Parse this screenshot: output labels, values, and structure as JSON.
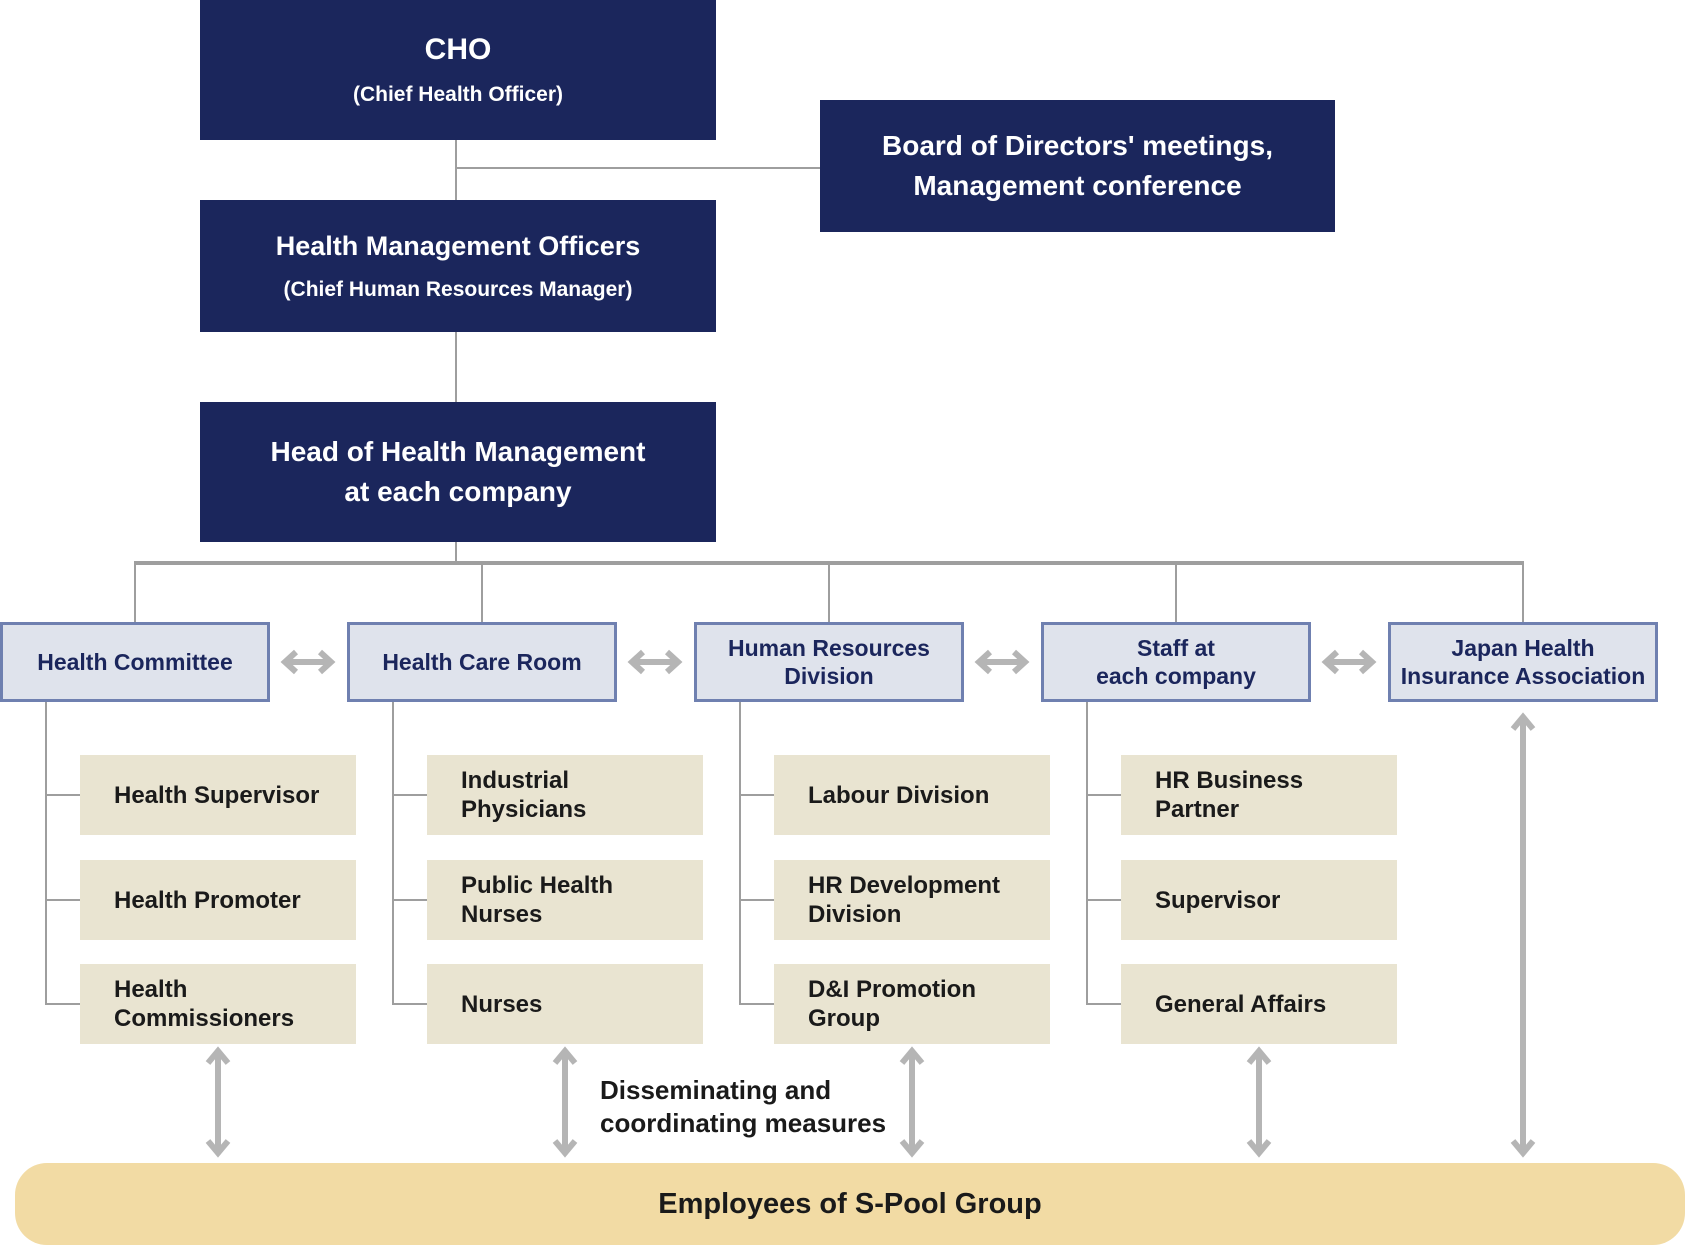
{
  "colors": {
    "navy": "#1b265c",
    "box-fill": "#dfe3ec",
    "box-border": "#6f80b0",
    "beige": "#e9e4d1",
    "bar": "#f2dba4",
    "line": "#9e9e9e",
    "arrow": "#b5b5b5",
    "text-dark": "#1a1a1a"
  },
  "top_boxes": {
    "cho": {
      "title": "CHO",
      "subtitle": "(Chief Health Officer)"
    },
    "board": {
      "text": "Board of Directors' meetings,\nManagement conference"
    },
    "hmo": {
      "title": "Health Management Officers",
      "subtitle": "(Chief Human Resources Manager)"
    },
    "head": {
      "text": "Head of Health Management\nat each company"
    }
  },
  "columns": [
    {
      "label": "Health Committee",
      "children": [
        "Health Supervisor",
        "Health Promoter",
        "Health\nCommissioners"
      ]
    },
    {
      "label": "Health Care Room",
      "children": [
        "Industrial\nPhysicians",
        "Public Health\nNurses",
        "Nurses"
      ]
    },
    {
      "label": "Human Resources\nDivision",
      "children": [
        "Labour Division",
        "HR Development\nDivision",
        "D&I Promotion\nGroup"
      ]
    },
    {
      "label": "Staff at\neach company",
      "children": [
        "HR Business\nPartner",
        "Supervisor",
        "General Affairs"
      ]
    },
    {
      "label": "Japan Health\nInsurance Association",
      "children": []
    }
  ],
  "annotation": {
    "text": "Disseminating and\ncoordinating measures"
  },
  "bottom_bar": {
    "label": "Employees of S-Pool Group"
  }
}
